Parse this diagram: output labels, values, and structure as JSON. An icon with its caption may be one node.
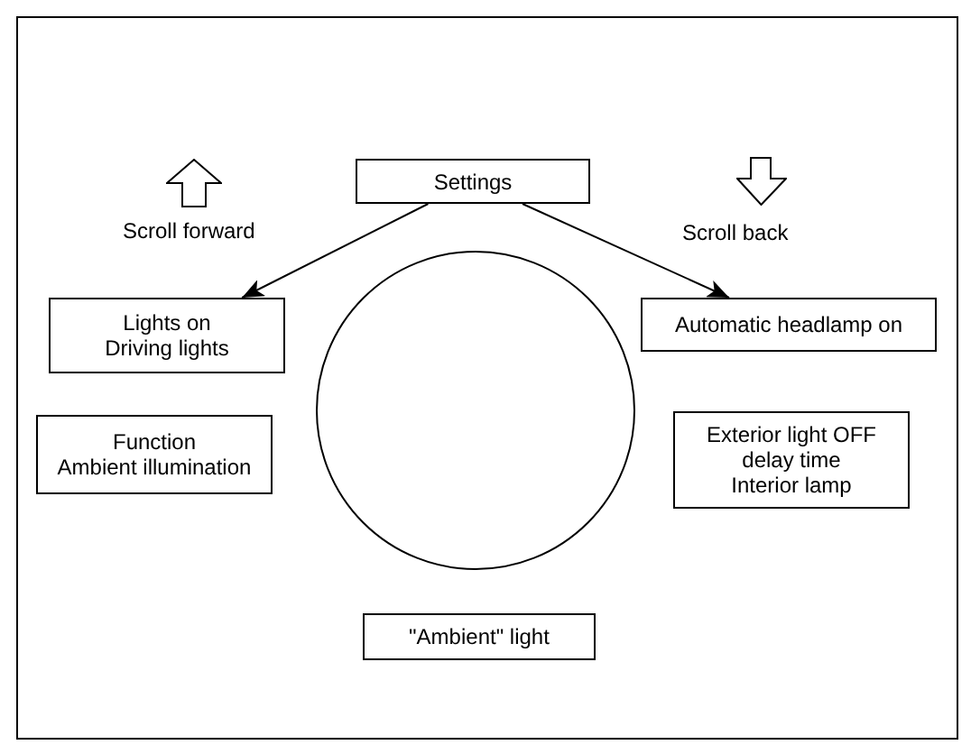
{
  "diagram": {
    "nodes": [
      {
        "text": [
          "Settings"
        ]
      },
      {
        "text": [
          "Lights on",
          "Driving lights"
        ]
      },
      {
        "text": [
          "Automatic headlamp on"
        ]
      },
      {
        "text": [
          "Function",
          "Ambient illumination"
        ]
      },
      {
        "text": [
          "Exterior light OFF delay time",
          "Interior lamp"
        ]
      },
      {
        "text": [
          "\"Ambient\" light"
        ]
      },
      {
        "text": [],
        "shape": "circle"
      }
    ],
    "edges": [
      {
        "from": 0,
        "to": 1,
        "arrow": "to"
      },
      {
        "from": 0,
        "to": 2,
        "arrow": "to"
      }
    ],
    "labels": [
      "Scroll forward",
      "Scroll back"
    ]
  }
}
